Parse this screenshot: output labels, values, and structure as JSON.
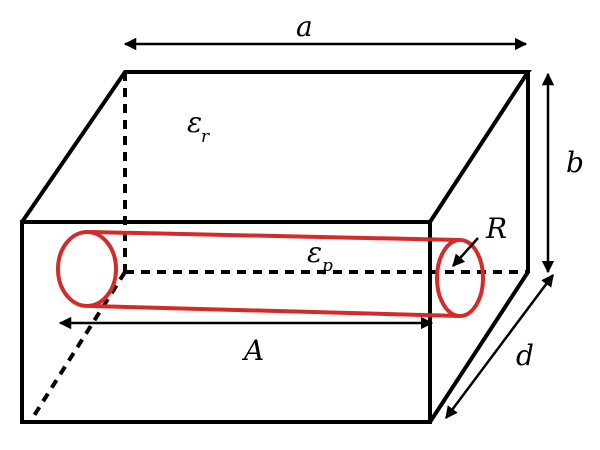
{
  "diagram": {
    "labels": {
      "a": "a",
      "b": "b",
      "d": "d",
      "A": "A",
      "R": "R",
      "eps_r_symbol": "ε",
      "eps_r_sub": "r",
      "eps_p_symbol": "ε",
      "eps_p_sub": "p"
    },
    "colors": {
      "box": "#000000",
      "cylinder": "#d42a2a",
      "background": "#ffffff"
    }
  }
}
